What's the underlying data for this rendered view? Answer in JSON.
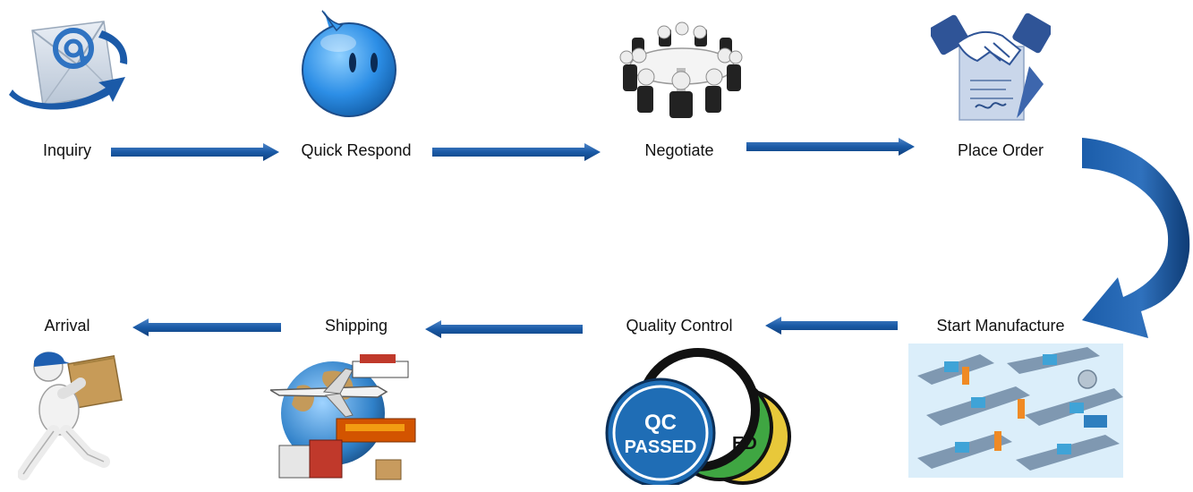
{
  "steps": [
    {
      "id": "inquiry",
      "label": "Inquiry",
      "icon": "email-icon"
    },
    {
      "id": "quick-respond",
      "label": "Quick Respond",
      "icon": "chat-bubble-icon"
    },
    {
      "id": "negotiate",
      "label": "Negotiate",
      "icon": "meeting-table-icon"
    },
    {
      "id": "place-order",
      "label": "Place Order",
      "icon": "handshake-contract-icon"
    },
    {
      "id": "start-manufacture",
      "label": "Start Manufacture",
      "icon": "factory-line-icon"
    },
    {
      "id": "quality-control",
      "label": "Quality Control",
      "icon": "qc-badge-icon"
    },
    {
      "id": "shipping",
      "label": "Shipping",
      "icon": "globe-transport-icon"
    },
    {
      "id": "arrival",
      "label": "Arrival",
      "icon": "delivery-person-icon"
    }
  ],
  "qc_badge": {
    "line1": "QC",
    "line2": "PASSED",
    "peek_text": "ED"
  },
  "colors": {
    "arrow": "#1a5aa6",
    "arrow_dark": "#0f3f7c",
    "arrow_light": "#4f86c9",
    "text": "#111111"
  }
}
